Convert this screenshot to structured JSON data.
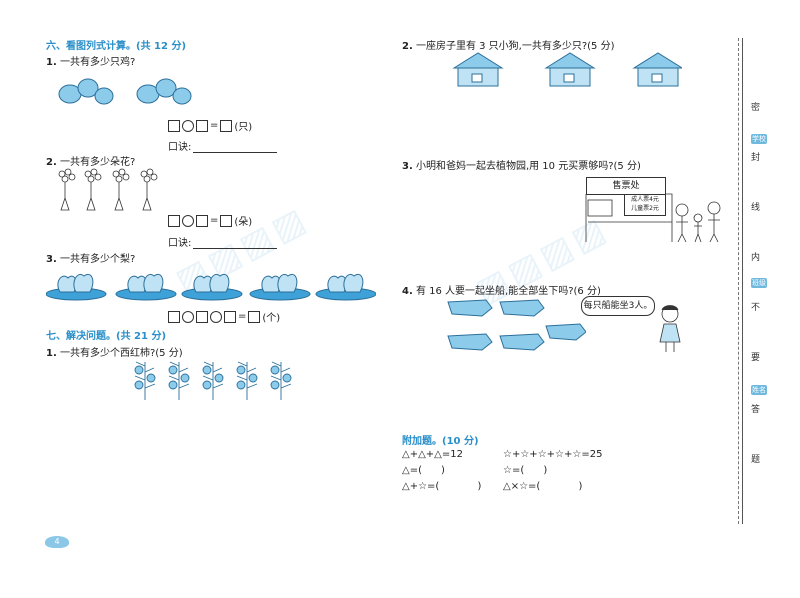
{
  "left": {
    "section6_title": "六、看图列式计算。(共 12 分)",
    "q1": {
      "num": "1.",
      "text": "一共有多少只鸡?",
      "unit": "(只)"
    },
    "koujue_label": "口诀:",
    "q2": {
      "num": "2.",
      "text": "一共有多少朵花?",
      "unit": "(朵)"
    },
    "q3": {
      "num": "3.",
      "text": "一共有多少个梨?",
      "unit": "(个)"
    },
    "section7_title": "七、解决问题。(共 21 分)",
    "s7q1": {
      "num": "1.",
      "text": "一共有多少个西红柿?(5 分)"
    }
  },
  "right": {
    "q2": {
      "num": "2.",
      "text": "一座房子里有 3 只小狗,一共有多少只?(5 分)"
    },
    "q3": {
      "num": "3.",
      "text": "小明和爸妈一起去植物园,用 10 元买票够吗?(5 分)"
    },
    "ticket_office": "售票处",
    "adult_ticket": "成人票4元",
    "child_ticket": "儿童票2元",
    "q4": {
      "num": "4.",
      "text": "有 16 人要一起坐船,能全部坐下吗?(6 分)"
    },
    "speech": "每只船能坐3人。",
    "bonus_title": "附加题。(10 分)",
    "alg": {
      "l1a": "△+△+△=12",
      "l1b": "☆+☆+☆+☆+☆=25",
      "l2a": "△=(      )",
      "l2b": "☆=(      )",
      "l3a": "△+☆=(            )",
      "l3b": "△×☆=(            )"
    }
  },
  "seal": [
    "密",
    "封",
    "线",
    "内",
    "不",
    "要",
    "答",
    "题"
  ],
  "seal_blue": [
    "学校",
    "班级",
    "姓名"
  ],
  "page_number": "4",
  "colors": {
    "accent": "#2a8fc9",
    "illustration": "#6fb8de"
  }
}
